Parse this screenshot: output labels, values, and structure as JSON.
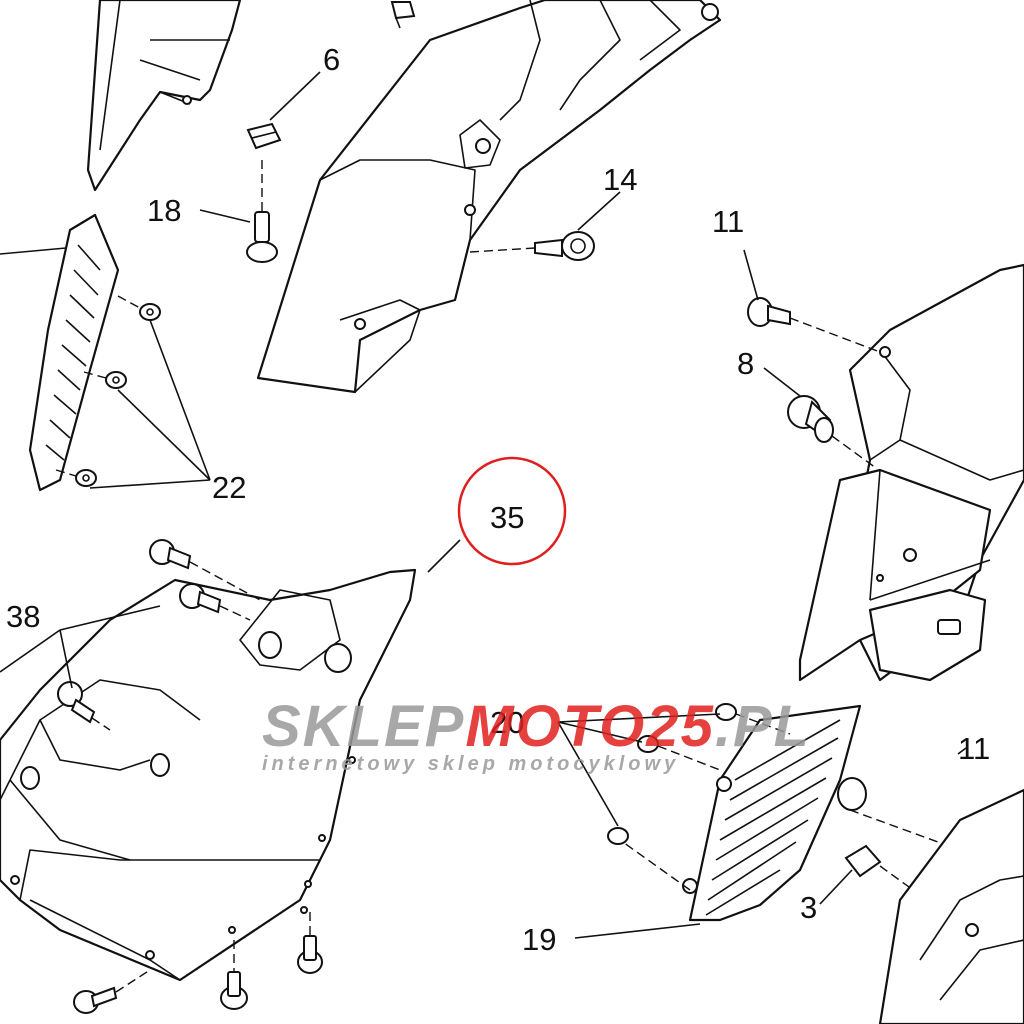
{
  "callouts": {
    "c6": "6",
    "c18": "18",
    "c14": "14",
    "c11a": "11",
    "c8": "8",
    "c22": "22",
    "c35": "35",
    "c38": "38",
    "c20": "20",
    "c11b": "11",
    "c3": "3",
    "c19": "19"
  },
  "highlight": {
    "callout": "35",
    "ring_color": "#e0201e"
  },
  "watermark": {
    "main_text_a": "SKLEP",
    "main_text_b": "MOTO",
    "main_text_c": "25",
    "main_text_d": ".PL",
    "sub_text": "internetowy sklep motocyklowy",
    "color_gray": "#9a9a9a",
    "color_red": "#e0201e"
  },
  "colors": {
    "line": "#111111",
    "background": "#ffffff"
  }
}
